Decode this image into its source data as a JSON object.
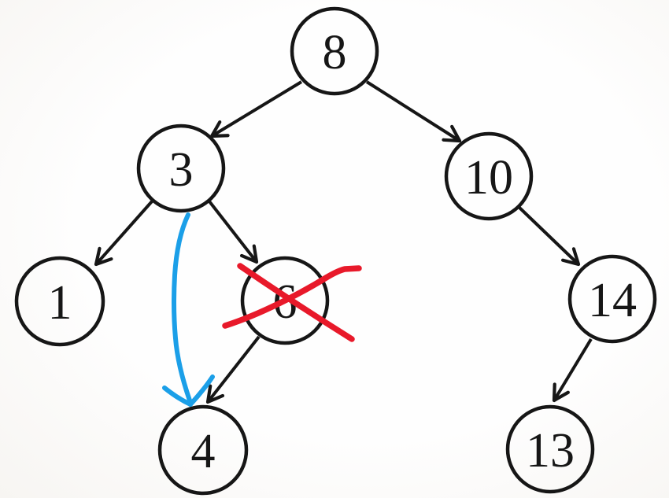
{
  "colors": {
    "line": "#161616",
    "text": "#161616",
    "cross_out": "#e8192a",
    "annotation_arrow": "#1b9fe8"
  },
  "tree": {
    "nodes": [
      {
        "value": "8"
      },
      {
        "value": "3"
      },
      {
        "value": "10"
      },
      {
        "value": "1"
      },
      {
        "value": "6"
      },
      {
        "value": "14"
      },
      {
        "value": "4"
      },
      {
        "value": "13"
      }
    ],
    "edges": [
      {
        "from": "8",
        "to": "3"
      },
      {
        "from": "8",
        "to": "10"
      },
      {
        "from": "3",
        "to": "1"
      },
      {
        "from": "3",
        "to": "6"
      },
      {
        "from": "10",
        "to": "14"
      },
      {
        "from": "6",
        "to": "4"
      },
      {
        "from": "14",
        "to": "13"
      }
    ],
    "annotations": [
      {
        "type": "cross-out",
        "target": "6",
        "color": "#e8192a"
      },
      {
        "type": "hand-drawn-arrow",
        "from": "3",
        "to": "4",
        "color": "#1b9fe8"
      }
    ]
  }
}
